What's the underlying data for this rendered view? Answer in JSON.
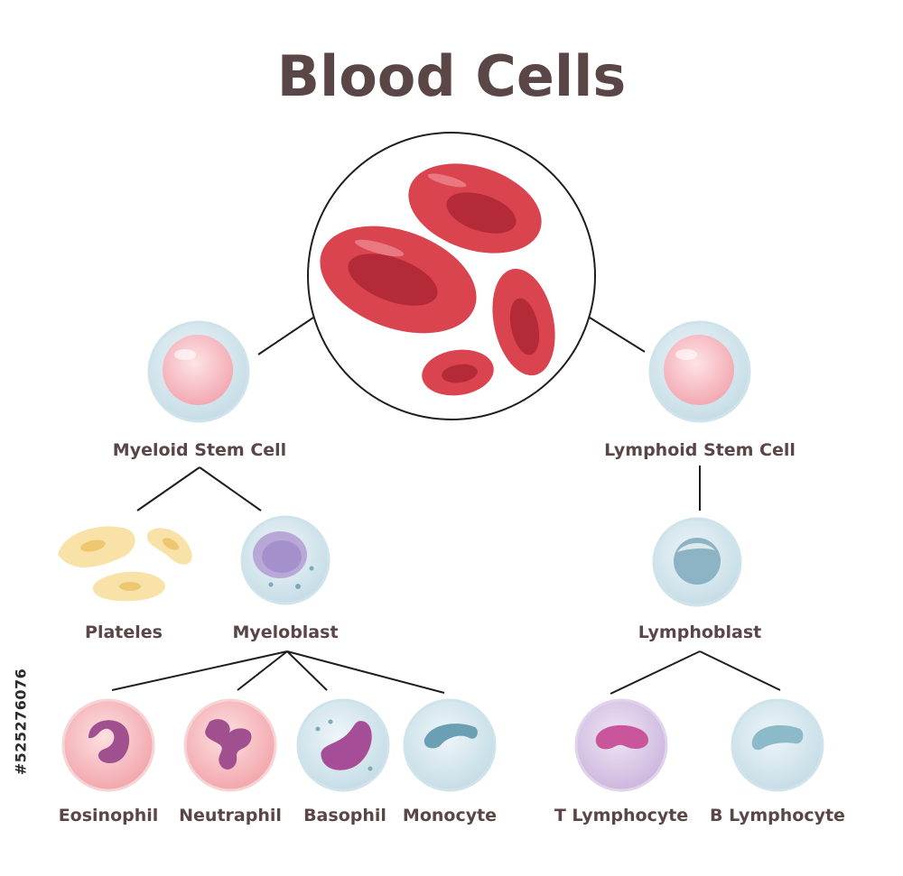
{
  "title": "Blood Cells",
  "stock_id": "#525276076",
  "labels": {
    "myeloid_stem_cell": "Myeloid Stem Cell",
    "lymphoid_stem_cell": "Lymphoid Stem Cell",
    "platelets": "Plateles",
    "myeloblast": "Myeloblast",
    "lymphoblast": "Lymphoblast",
    "eosinophil": "Eosinophil",
    "neutrophil": "Neutraphil",
    "basophil": "Basophil",
    "monocyte": "Monocyte",
    "t_lymphocyte": "T Lymphocyte",
    "b_lymphocyte": "B Lymphocyte"
  },
  "colors": {
    "text": "#5a4646",
    "red_cell": "#d9444f",
    "red_cell_dark": "#b52a37",
    "stem_fill": "#f7c6cc",
    "blast_shell": "#dcecf1",
    "platelet": "#f8e2a8",
    "eosinophil_shell": "#f8c9cb",
    "nucleus_purple": "#a0508f",
    "monocyte_nucleus": "#6a9fb4",
    "t_cell_shell": "#d9cbe6",
    "t_cell_nucleus": "#c9559a",
    "b_cell_nucleus": "#8cbac9"
  }
}
